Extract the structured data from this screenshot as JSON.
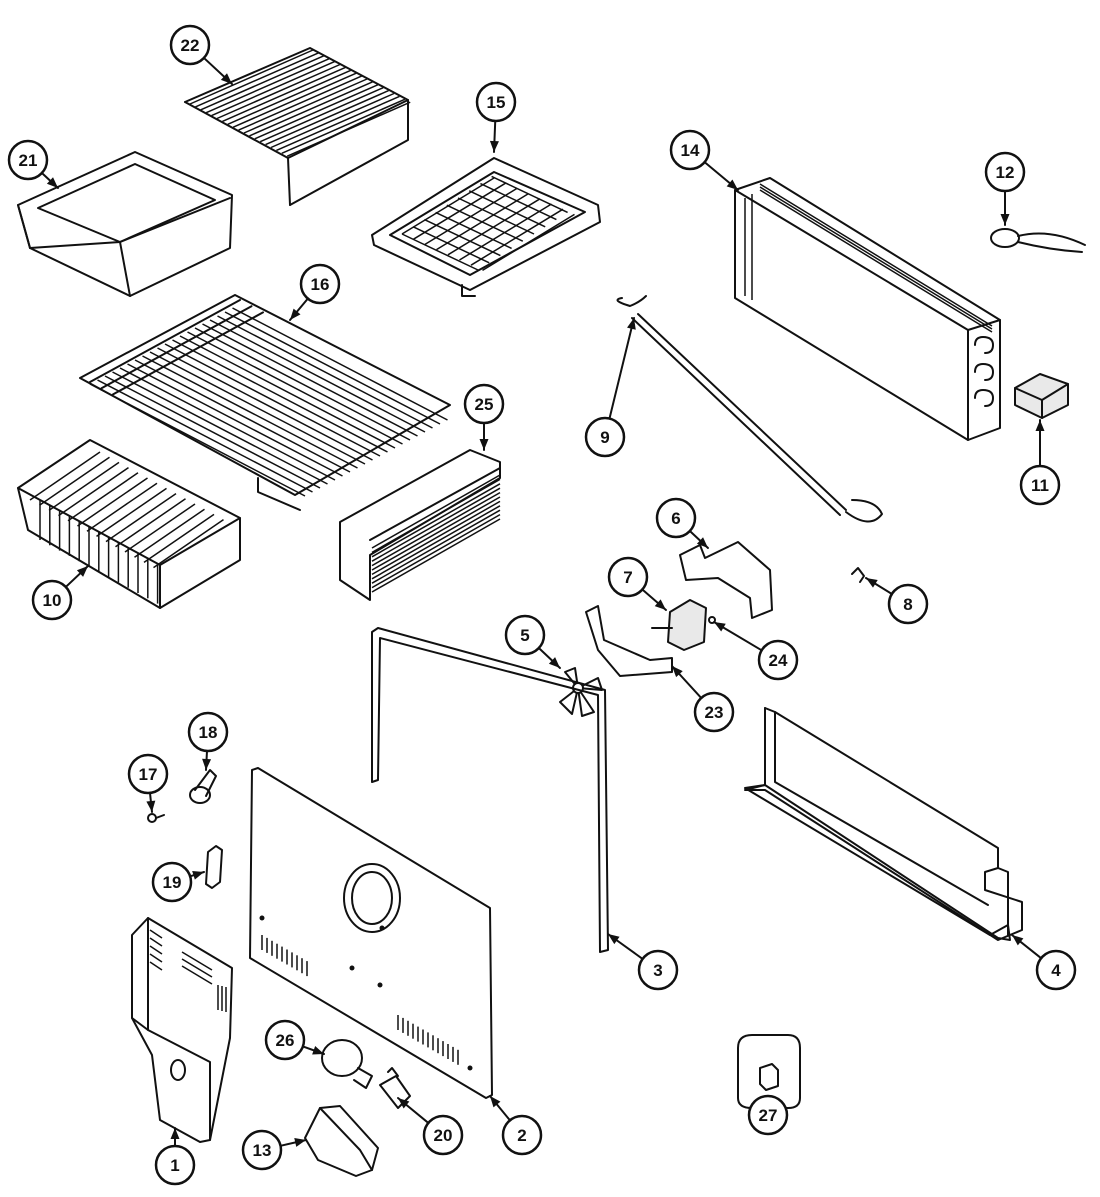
{
  "diagram": {
    "callouts": [
      {
        "id": "22",
        "label": "22"
      },
      {
        "id": "15",
        "label": "15"
      },
      {
        "id": "21",
        "label": "21"
      },
      {
        "id": "14",
        "label": "14"
      },
      {
        "id": "12",
        "label": "12"
      },
      {
        "id": "16",
        "label": "16"
      },
      {
        "id": "25",
        "label": "25"
      },
      {
        "id": "9",
        "label": "9"
      },
      {
        "id": "11",
        "label": "11"
      },
      {
        "id": "10",
        "label": "10"
      },
      {
        "id": "6",
        "label": "6"
      },
      {
        "id": "7",
        "label": "7"
      },
      {
        "id": "8",
        "label": "8"
      },
      {
        "id": "5",
        "label": "5"
      },
      {
        "id": "24",
        "label": "24"
      },
      {
        "id": "23",
        "label": "23"
      },
      {
        "id": "18",
        "label": "18"
      },
      {
        "id": "17",
        "label": "17"
      },
      {
        "id": "19",
        "label": "19"
      },
      {
        "id": "3",
        "label": "3"
      },
      {
        "id": "4",
        "label": "4"
      },
      {
        "id": "26",
        "label": "26"
      },
      {
        "id": "27",
        "label": "27"
      },
      {
        "id": "20",
        "label": "20"
      },
      {
        "id": "2",
        "label": "2"
      },
      {
        "id": "13",
        "label": "13"
      },
      {
        "id": "1",
        "label": "1"
      }
    ]
  }
}
